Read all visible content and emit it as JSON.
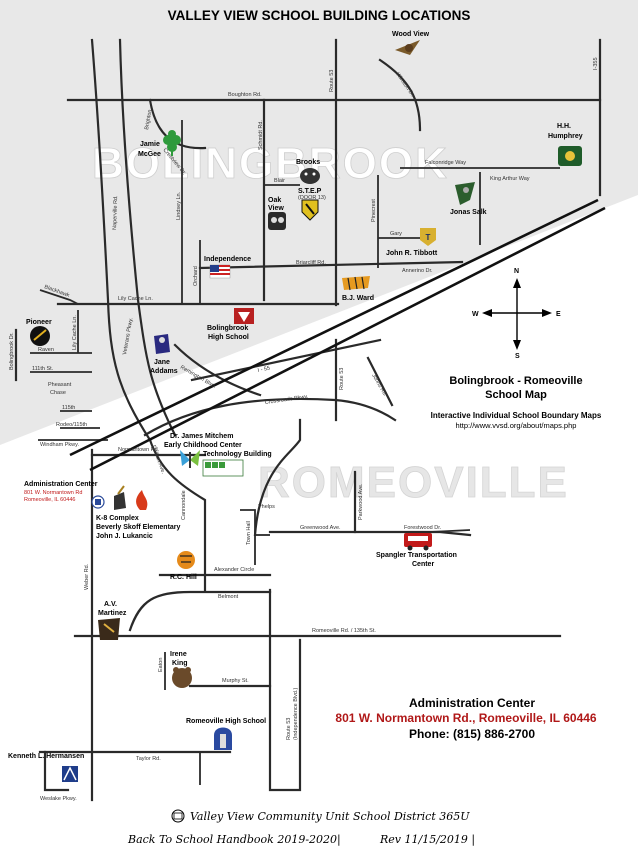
{
  "title": "VALLEY VIEW SCHOOL BUILDING LOCATIONS",
  "areas": {
    "north": "BOLINGBROOK",
    "south": "ROMEOVILLE"
  },
  "map_header": {
    "title": "Bolingbrook - Romeoville",
    "subtitle": "School Map",
    "link_label": "Interactive Individual School Boundary Maps",
    "url": "http://www.vvsd.org/about/maps.php"
  },
  "compass": {
    "n": "N",
    "s": "S",
    "e": "E",
    "w": "W"
  },
  "schools": {
    "wood_view": "Wood View",
    "hh_humphrey_1": "H.H.",
    "hh_humphrey_2": "Humphrey",
    "jamie_mcgee_1": "Jamie",
    "jamie_mcgee_2": "McGee",
    "brooks": "Brooks",
    "step_1": "S.T.E.P",
    "step_2": "(DOOR 13)",
    "oak_view_1": "Oak",
    "oak_view_2": "View",
    "jonas_salk": "Jonas Salk",
    "john_tibbott": "John R. Tibbott",
    "independence": "Independence",
    "bj_ward": "B.J. Ward",
    "pioneer": "Pioneer",
    "bolingbrook_hs_1": "Bolingbrook",
    "bolingbrook_hs_2": "High School",
    "jane_addams_1": "Jane",
    "jane_addams_2": "Addams",
    "mitchem_1": "Dr. James Mitchem",
    "mitchem_2": "Early Childhood Center",
    "tech_building": "Technology Building",
    "admin_1": "Administration Center",
    "admin_2": "801 W. Normantown Rd",
    "admin_3": "Romeoville, IL 60446",
    "k8_1": "K-8 Complex",
    "k8_2": "Beverly Skoff Elementary",
    "k8_3": "John J. Lukancic",
    "rc_hill": "R.C. Hill",
    "spangler_1": "Spangler Transportation",
    "spangler_2": "Center",
    "av_martinez_1": "A.V.",
    "av_martinez_2": "Martinez",
    "irene_king_1": "Irene",
    "irene_king_2": "King",
    "romeoville_hs": "Romeoville High School",
    "hermansen": "Kenneth L. Hermansen"
  },
  "roads": {
    "boughton": "Boughton Rd.",
    "briarcliff": "Briarcliff Rd.",
    "lily_cache": "Lily Cache Ln.",
    "remington": "Remington Blvd.",
    "i55": "I - 55",
    "crossroads": "Crossroads Pkwy.",
    "normantown": "Normantown Rd.",
    "alexander": "Alexander Circle",
    "belmont": "Belmont",
    "romeoville_135": "Romeoville Rd. / 135th St.",
    "murphy": "Murphy St.",
    "taylor": "Taylor Rd.",
    "weslake": "Weslake Pkwy.",
    "route53_north": "Route 53",
    "route53_south": "Route 53",
    "route53_south_2": "(Independence Blvd.)",
    "weber": "Weber Rd.",
    "naperville": "Naperville Rd.",
    "schmidt": "Schmidt Rd.",
    "pinecrest": "Pinecrest",
    "falconridge": "Falconridge Way",
    "king_arthur": "King Arthur Way",
    "gary": "Gary",
    "anneline": "Annerino Dr.",
    "blair": "Blair",
    "orchard": "Orchard",
    "lindsey": "Lindsey Ln.",
    "brighton": "Brighton",
    "crestview": "Crestview Dr.",
    "winston": "Winston Dr.",
    "i355": "I-355",
    "blackhawk": "Blackhawk",
    "raven": "Raven",
    "lily_cache2": "Lily Cache Ln.",
    "pheasant_1": "Pheasant",
    "pheasant_2": "Chase",
    "th115_1": "115th",
    "rodeo": "Rodeo/115th",
    "windham": "Windham Pkwy.",
    "bolingbrook_dr": "Bolingbrook Dr.",
    "th111": "111th St.",
    "veterans": "Veterans Pkwy.",
    "dalhart": "Dalhart Ave.",
    "johns": "Johns Rd.",
    "phelps": "Phelps",
    "townhall": "Town Hall",
    "greenwood": "Greenwood Ave.",
    "forestwood": "Forestwood Dr.",
    "parkwood": "Parkwood Ave.",
    "eaton": "Eaton",
    "cannondale": "Cannondale",
    "route53_mid": "Route 53"
  },
  "admin_center": {
    "title": "Administration Center",
    "address": "801 W. Normantown Rd., Romeoville, IL 60446",
    "phone": "Phone:  (815) 886-2700"
  },
  "footer": {
    "district": "Valley View Community Unit School District 365U",
    "handbook": "Back To School Handbook 2019-2020|",
    "revision": "Rev 11/15/2019  |"
  },
  "colors": {
    "shade": "#e6e6e6",
    "admin_red": "#b01818",
    "road": "#2a2a2a"
  }
}
